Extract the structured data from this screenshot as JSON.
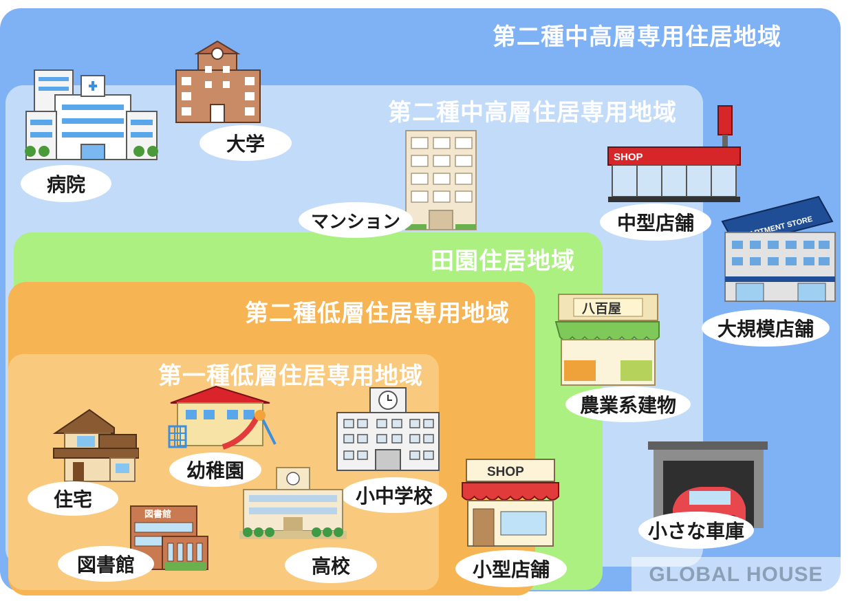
{
  "zones": {
    "z1": "第二種中高層専用住居地域",
    "z2": "第二種中高層住居専用地域",
    "z3": "田園住居地域",
    "z4": "第二種低層住居専用地域",
    "z5": "第一種低層住居専用地域"
  },
  "buildings": {
    "hospital": "病院",
    "university": "大学",
    "mansion": "マンション",
    "medium_store": "中型店舗",
    "large_store": "大規模店舗",
    "agri": "農業系建物",
    "garage": "小さな車庫",
    "house": "住宅",
    "kindergarten": "幼稚園",
    "school": "小中学校",
    "library": "図書館",
    "highschool": "高校",
    "small_store": "小型店舗"
  },
  "signs": {
    "shop_red": "SHOP",
    "department": "DEPARTMENT STORE",
    "yaoya": "八百屋",
    "shop_small": "SHOP",
    "library_sign": "図書館"
  },
  "watermark": "GLOBAL HOUSE",
  "colors": {
    "zone1": "#7fb1f5",
    "zone2": "#c2dbf8",
    "zone3": "#abf080",
    "zone4": "#f7b452",
    "zone5": "#f9ca7e"
  }
}
